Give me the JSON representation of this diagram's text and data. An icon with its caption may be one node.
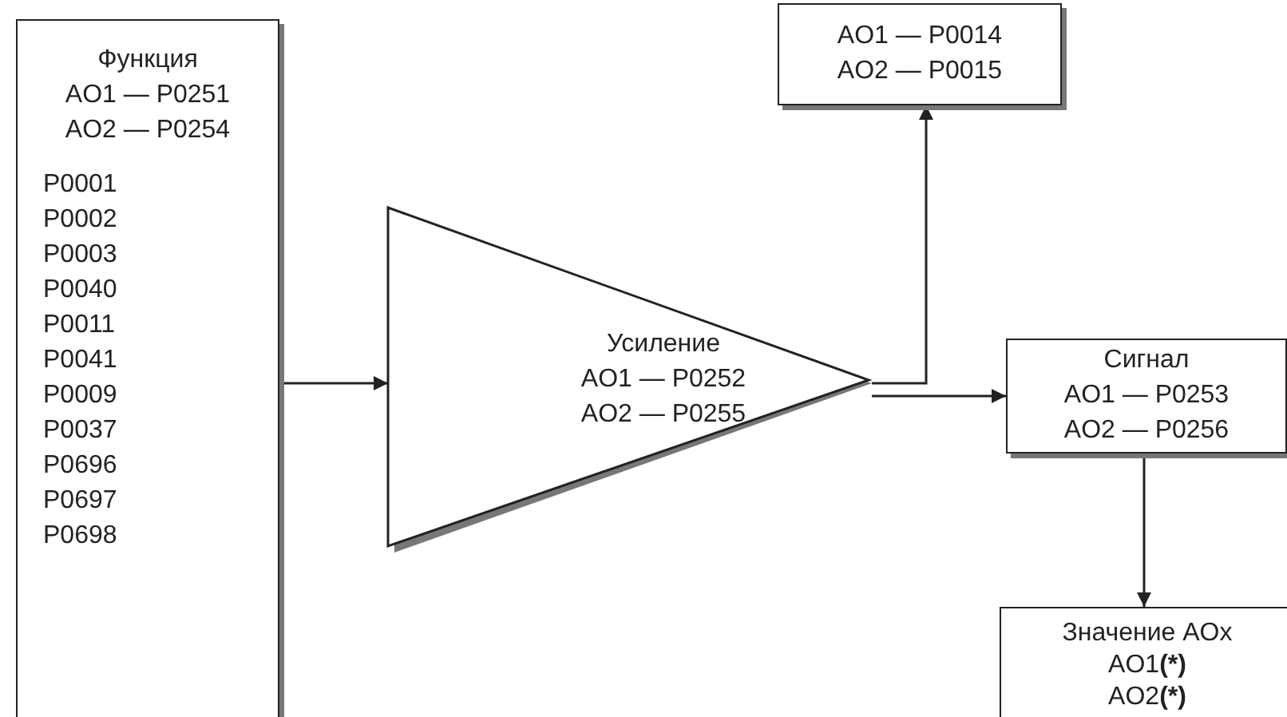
{
  "diagram": {
    "nodes": [
      {
        "text": [
          "Функция",
          "AO1 — P0251",
          "AO2 — P0254",
          "P0001",
          "P0002",
          "P0003",
          "P0040",
          "P0011",
          "P0041",
          "P0009",
          "P0037",
          "P0696",
          "P0697",
          "P0698"
        ]
      },
      {
        "text": [
          "Усиление",
          "AO1 — P0252",
          "AO2 — P0255"
        ]
      },
      {
        "text": [
          "AO1 — P0014",
          "AO2 — P0015"
        ]
      },
      {
        "text": [
          "Сигнал",
          "AO1 — P0253",
          "AO2 — P0256"
        ]
      },
      {
        "text": [
          "Значение AOx",
          "AO1**(*)**",
          "AO2**(*)**"
        ]
      }
    ],
    "edges": [
      {
        "from": 0,
        "to": 1,
        "arrow": "to"
      },
      {
        "from": 1,
        "to": 2,
        "arrow": "to"
      },
      {
        "from": 1,
        "to": 3,
        "arrow": "to"
      },
      {
        "from": 3,
        "to": 4,
        "arrow": "to"
      }
    ]
  }
}
